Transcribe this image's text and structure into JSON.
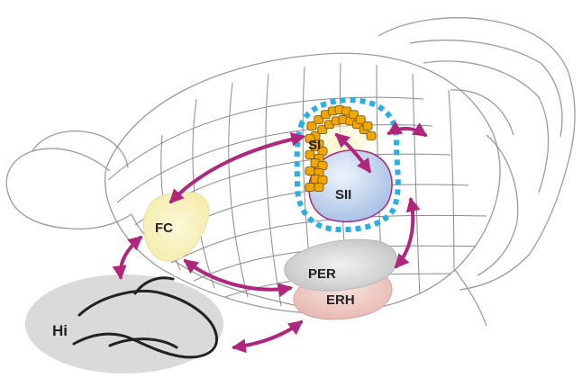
{
  "regions": {
    "si": {
      "label": "SI",
      "color": "#f2c12e"
    },
    "sii": {
      "label": "SII",
      "color": "#b9cdea"
    },
    "fc": {
      "label": "FC",
      "color": "#f8f1b5"
    },
    "per": {
      "label": "PER",
      "color": "#d9d9d9"
    },
    "erh": {
      "label": "ERH",
      "color": "#efc9c4"
    },
    "hi": {
      "label": "Hi",
      "color": "#d9d9d9"
    }
  },
  "colors": {
    "arrow": "#b0267d",
    "outline": "#9b9b9b",
    "barrel_fill": "#f0a800",
    "barrel_stroke": "#6b4a00",
    "dotted_ring": "#29aee6",
    "sii_outline": "#b0267d"
  },
  "connections": [
    {
      "from": "SI",
      "to": "SII"
    },
    {
      "from": "SI",
      "to": "FC"
    },
    {
      "from": "SI",
      "to": "contralateral"
    },
    {
      "from": "SII",
      "to": "PER"
    },
    {
      "from": "FC",
      "to": "PER"
    },
    {
      "from": "FC",
      "to": "Hi"
    },
    {
      "from": "Hi",
      "to": "ERH"
    }
  ]
}
